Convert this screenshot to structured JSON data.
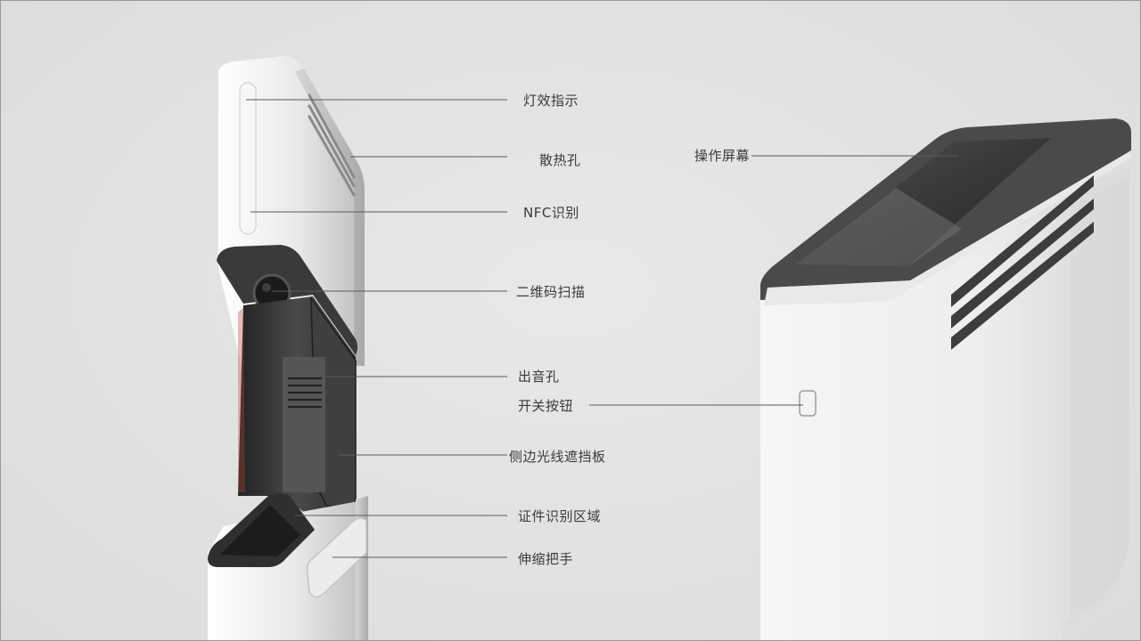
{
  "callouts": {
    "light_indicator": "灯效指示",
    "vent_holes": "散热孔",
    "nfc": "NFC识别",
    "qr_scan": "二维码扫描",
    "speaker_hole": "出音孔",
    "side_shield": "侧边光线遮挡板",
    "id_area": "证件识别区域",
    "handle": "伸缩把手",
    "screen": "操作屏幕",
    "power_button": "开关按钮"
  }
}
